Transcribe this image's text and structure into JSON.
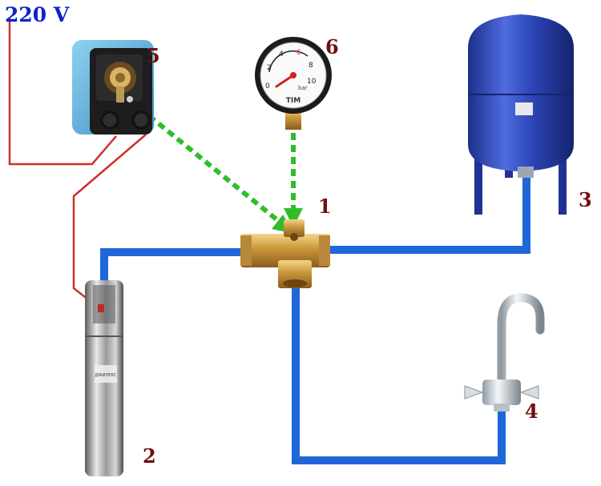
{
  "voltage_label": "220 V",
  "labels": {
    "fitting": "1",
    "pump": "2",
    "tank": "3",
    "faucet": "4",
    "pressure_switch": "5",
    "gauge": "6"
  },
  "gauge": {
    "ticks": [
      "0",
      "2",
      "4",
      "6",
      "8",
      "10"
    ],
    "unit": "bar",
    "brand": "TIM"
  },
  "pump_brand": "ДЖИЛЕКС",
  "colors": {
    "pipe": "#1f67d8",
    "wire": "#d0302e",
    "signal": "#2fbe2a",
    "label": "#6e1010",
    "voltage": "#1122cc"
  }
}
